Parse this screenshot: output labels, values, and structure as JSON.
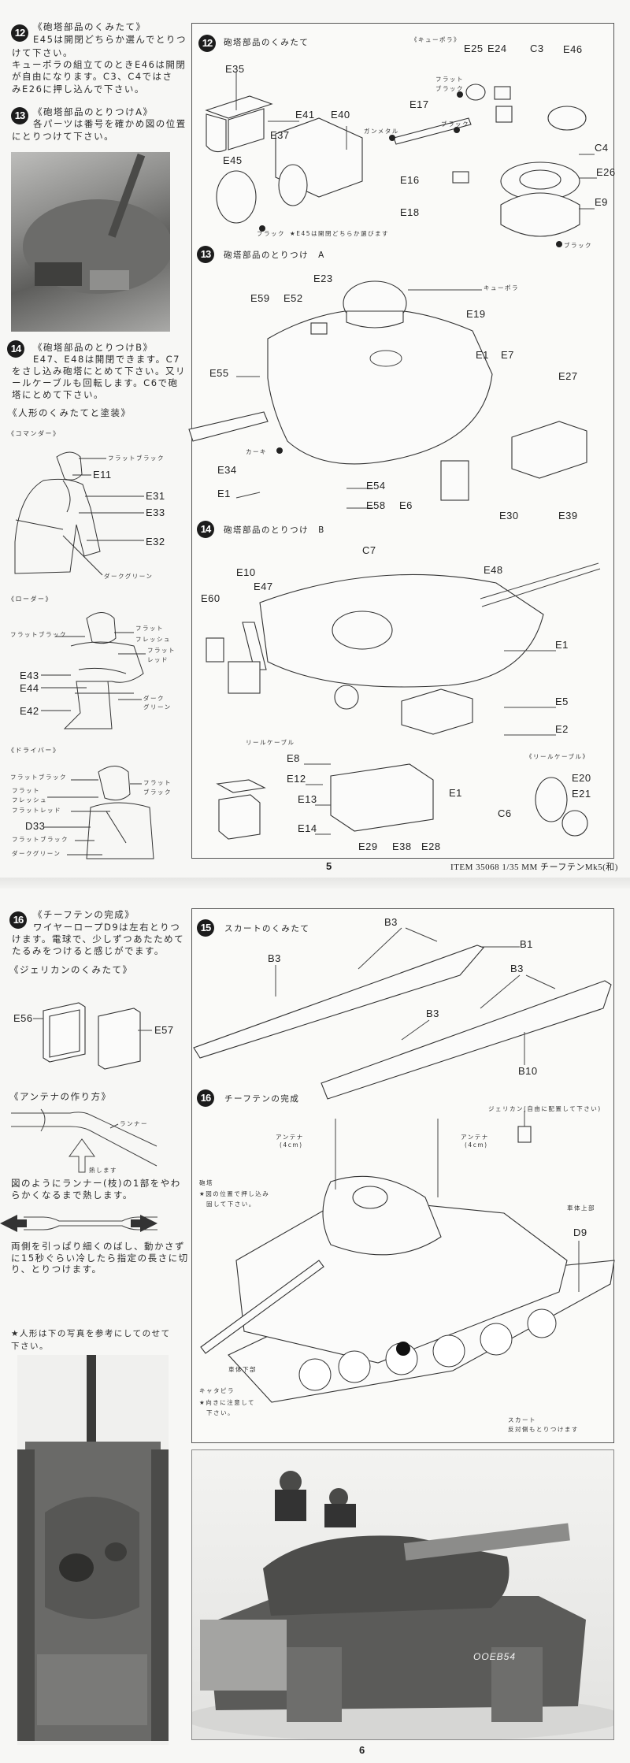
{
  "page5": {
    "left": {
      "step12": {
        "num": "12",
        "title": "《砲塔部品のくみたて》",
        "lines": [
          "E45は開閉どちらか選んでとりつ",
          "けて下さい。",
          "キューポラの組立てのときE46は開閉",
          "が自由になります。C3、C4ではさ",
          "みE26に押し込んで下さい。"
        ]
      },
      "step13": {
        "num": "13",
        "title": "《砲塔部品のとりつけA》",
        "lines": [
          "各パーツは番号を確かめ図の位置",
          "にとりつけて下さい。"
        ]
      },
      "step14": {
        "num": "14",
        "title": "《砲塔部品のとりつけB》",
        "lines": [
          "E47、E48は開閉できます。C7",
          "をさし込み砲塔にとめて下さい。又リ",
          "ールケーブルも回転します。C6で砲",
          "塔にとめて下さい。"
        ]
      },
      "figures_header": "《人形のくみたてと塗装》",
      "commander": {
        "title": "《コマンダー》",
        "labels": [
          "フラットブラック",
          "E11",
          "E31",
          "E33",
          "E32",
          "ダークグリーン"
        ]
      },
      "loader": {
        "title": "《ローダー》",
        "labels": [
          "フラットブラック",
          "フラット",
          "フレッシュ",
          "フラット",
          "レッド",
          "E43",
          "E44",
          "ダーク",
          "グリーン",
          "E42"
        ]
      },
      "driver": {
        "title": "《ドライバー》",
        "labels": [
          "フラットブラック",
          "フラット",
          "フレッシュ",
          "フラット",
          "ブラック",
          "フラットレッド",
          "D33",
          "フラットブラック",
          "ダークグリーン"
        ]
      }
    },
    "step12": {
      "num": "12",
      "title": "砲塔部品のくみたて",
      "labels": [
        "E35",
        "E41",
        "E40",
        "E37",
        "E45",
        "ブラック",
        "★E45は開閉どちらか選びます",
        "《キューポラ》",
        "E25",
        "E24",
        "C3",
        "E46",
        "フラット",
        "ブラック",
        "E17",
        "ブラック",
        "ガンメタル",
        "C4",
        "E26",
        "E16",
        "E9",
        "E18",
        "ブラック"
      ]
    },
    "step13": {
      "num": "13",
      "title": "砲塔部品のとりつけ　A",
      "labels": [
        "E23",
        "E59",
        "E52",
        "キューポラ",
        "E19",
        "E1",
        "E7",
        "E55",
        "E27",
        "カーキ",
        "E34",
        "E1",
        "E54",
        "E58",
        "E6",
        "E30",
        "E39"
      ]
    },
    "step14": {
      "num": "14",
      "title": "砲塔部品のとりつけ　B",
      "labels": [
        "C7",
        "E10",
        "E48",
        "E47",
        "E60",
        "E1",
        "リールケーブル",
        "E5",
        "E2",
        "《リールケーブル》",
        "E8",
        "E20",
        "E12",
        "E21",
        "E1",
        "E13",
        "C6",
        "E14",
        "E29",
        "E38",
        "E28"
      ]
    },
    "page_number": "5",
    "item_line": "ITEM  35068  1/35  MM  チーフテンMk5(和)"
  },
  "page6": {
    "left": {
      "step16": {
        "num": "16",
        "title": "《チーフテンの完成》",
        "lines": [
          "ワイヤーロープD9は左右とりつ",
          "けます。電球で、少しずつあたためて",
          "たるみをつけると感じがでます。"
        ]
      },
      "jerrycan": {
        "title": "《ジェリカンのくみたて》",
        "labels": [
          "E56",
          "E57"
        ]
      },
      "antenna": {
        "title": "《アンテナの作り方》",
        "runner": "ランナー",
        "heat": "熱します",
        "text1": [
          "図のようにランナー(枝)の1部をやわ",
          "らかくなるまで熱します。"
        ],
        "text2": [
          "両側を引っぱり細くのばし、動かさず",
          "に15秒ぐらい冷したら指定の長さに切",
          "り、とりつけます。"
        ]
      },
      "note": [
        "★人形は下の写真を参考にしてのせて",
        "下さい。"
      ]
    },
    "step15": {
      "num": "15",
      "title": "スカートのくみたて",
      "labels": [
        "B3",
        "B1",
        "B3",
        "B3",
        "B3",
        "B10"
      ]
    },
    "step16": {
      "num": "16",
      "title": "チーフテンの完成",
      "labels": [
        "ジェリカン(自由に配置して下さい)",
        "アンテナ",
        "(4cm)",
        "アンテナ",
        "(4cm)",
        "砲塔",
        "★図の位置で押し込み",
        "固して下さい。",
        "車体上部",
        "D9",
        "車体下部",
        "キャタピラ",
        "★向きに注意して",
        "下さい。",
        "スカート",
        "反対側もとりつけます"
      ]
    },
    "photo": {
      "plate": "OOEB54"
    },
    "page_number": "6"
  }
}
